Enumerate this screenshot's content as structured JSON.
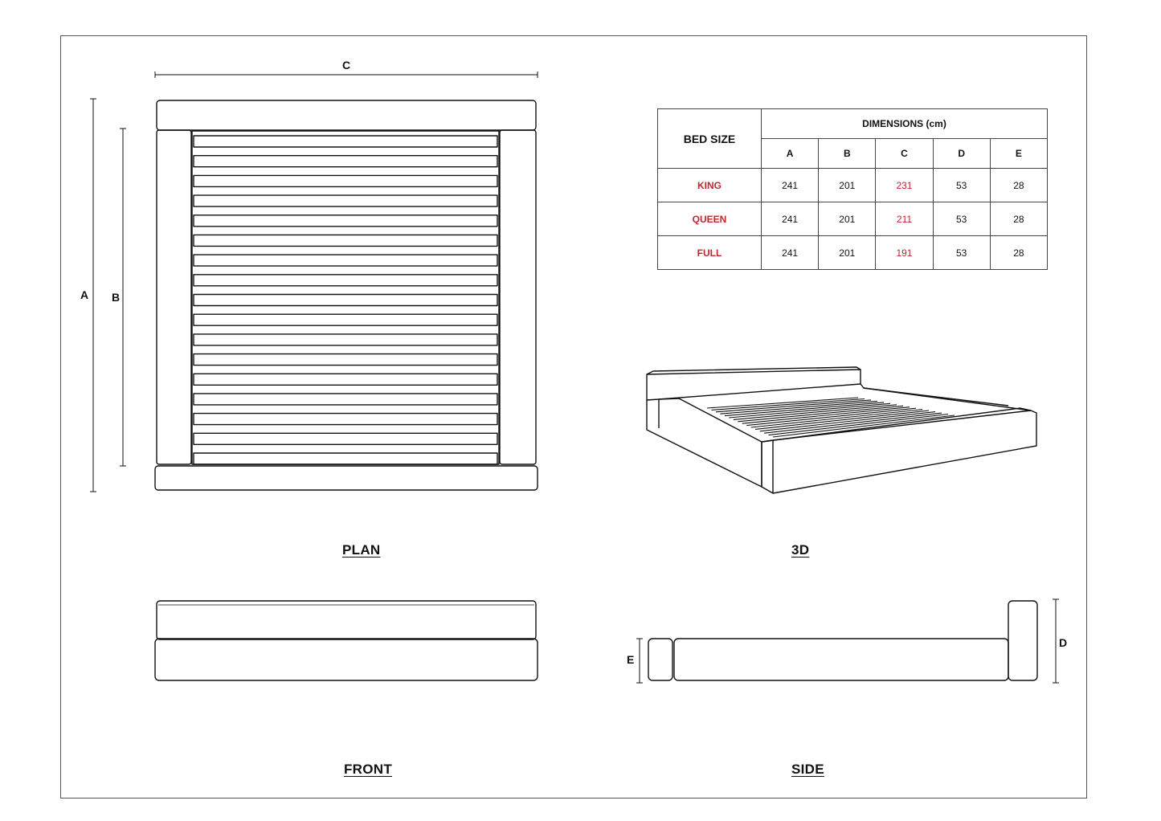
{
  "views": {
    "plan": "PLAN",
    "three_d": "3D",
    "front": "FRONT",
    "side": "SIDE"
  },
  "dimension_letters": {
    "a": "A",
    "b": "B",
    "c": "C",
    "d": "D",
    "e": "E"
  },
  "table": {
    "bed_size_header": "BED SIZE",
    "dimensions_header": "DIMENSIONS (cm)",
    "columns": [
      "A",
      "B",
      "C",
      "D",
      "E"
    ],
    "rows": [
      {
        "size": "KING",
        "values": [
          "241",
          "201",
          "231",
          "53",
          "28"
        ]
      },
      {
        "size": "QUEEN",
        "values": [
          "241",
          "201",
          "211",
          "53",
          "28"
        ]
      },
      {
        "size": "FULL",
        "values": [
          "241",
          "201",
          "191",
          "53",
          "28"
        ]
      }
    ]
  },
  "colors": {
    "accent": "#c0272d",
    "line": "#111111"
  }
}
